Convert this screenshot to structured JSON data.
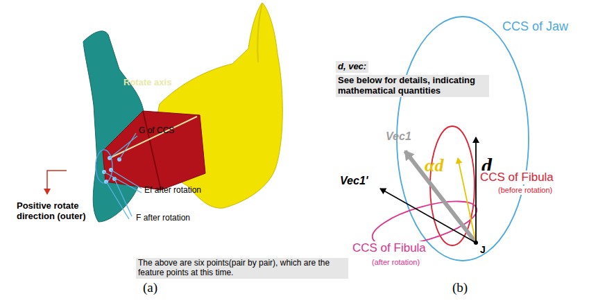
{
  "diagram": {
    "labels": [
      "Rotate axis",
      "G of CCS",
      "Ef after rotation",
      "F after rotation",
      "Positive rotate direction (outer)",
      "The above are six points(pair by pair), which are the feature points at this time.",
      "(a)",
      "d, vec:",
      "See below for details, indicating mathematical quantities",
      "CCS of Jaw",
      "Vec1",
      "Vec1'",
      "αd",
      "d",
      "CCS of Fibula",
      "(before rotation)",
      "CCS of Fibula",
      "(after rotation)",
      "J",
      "(b)"
    ]
  }
}
